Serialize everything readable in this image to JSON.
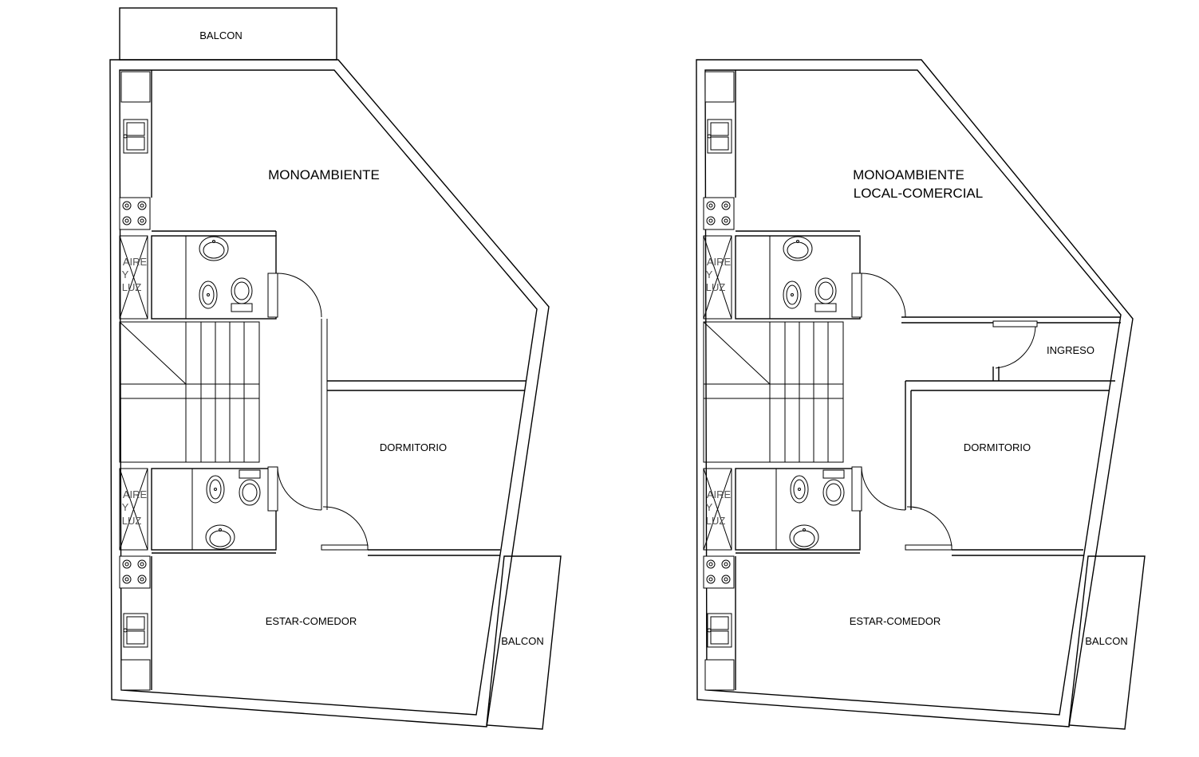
{
  "plans": [
    {
      "main_room": [
        "MONOAMBIENTE"
      ],
      "bedroom": "DORMITORIO",
      "living": "ESTAR-COMEDOR",
      "balcony_top": "BALCON",
      "balcony_bottom": "BALCON",
      "shaft_top": [
        "AIRE",
        "Y",
        "LUZ"
      ],
      "shaft_bottom": [
        "AIRE",
        "Y",
        "LUZ"
      ]
    },
    {
      "main_room": [
        "MONOAMBIENTE",
        "LOCAL-COMERCIAL"
      ],
      "bedroom": "DORMITORIO",
      "living": "ESTAR-COMEDOR",
      "entrance": "INGRESO",
      "balcony_bottom": "BALCON",
      "shaft_top": [
        "AIRE",
        "Y",
        "LUZ"
      ],
      "shaft_bottom": [
        "AIRE",
        "Y",
        "LUZ"
      ]
    }
  ],
  "colors": {
    "line": "#000000",
    "background": "#ffffff"
  }
}
